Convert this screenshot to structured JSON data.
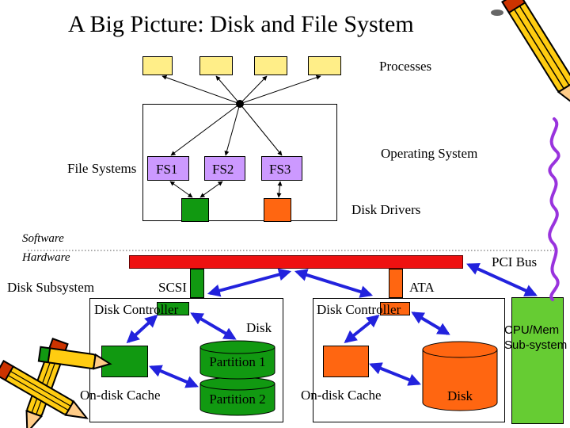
{
  "title": "A Big Picture: Disk and File System",
  "labels": {
    "processes": "Processes",
    "operating_system": "Operating System",
    "file_systems": "File Systems",
    "disk_drivers": "Disk Drivers",
    "software": "Software",
    "hardware": "Hardware",
    "pci_bus": "PCI Bus",
    "disk_subsystem": "Disk Subsystem",
    "scsi": "SCSI",
    "ata": "ATA",
    "cpu_mem": "CPU/Mem Sub-system"
  },
  "file_systems": [
    "FS1",
    "FS2",
    "FS3"
  ],
  "left_subsystem": {
    "controller": "Disk Controller",
    "cache": "On-disk Cache",
    "disk": "Disk",
    "partitions": [
      "Partition 1",
      "Partition 2"
    ]
  },
  "right_subsystem": {
    "controller": "Disk Controller",
    "cache": "On-disk Cache",
    "disk": "Disk"
  },
  "colors": {
    "process": "#ffee88",
    "fs": "#cc99ff",
    "green": "#119911",
    "orange": "#ff6611",
    "pci_red": "#ee1111",
    "arrow_blue": "#2222dd",
    "cpu_mem": "#66cc33"
  }
}
